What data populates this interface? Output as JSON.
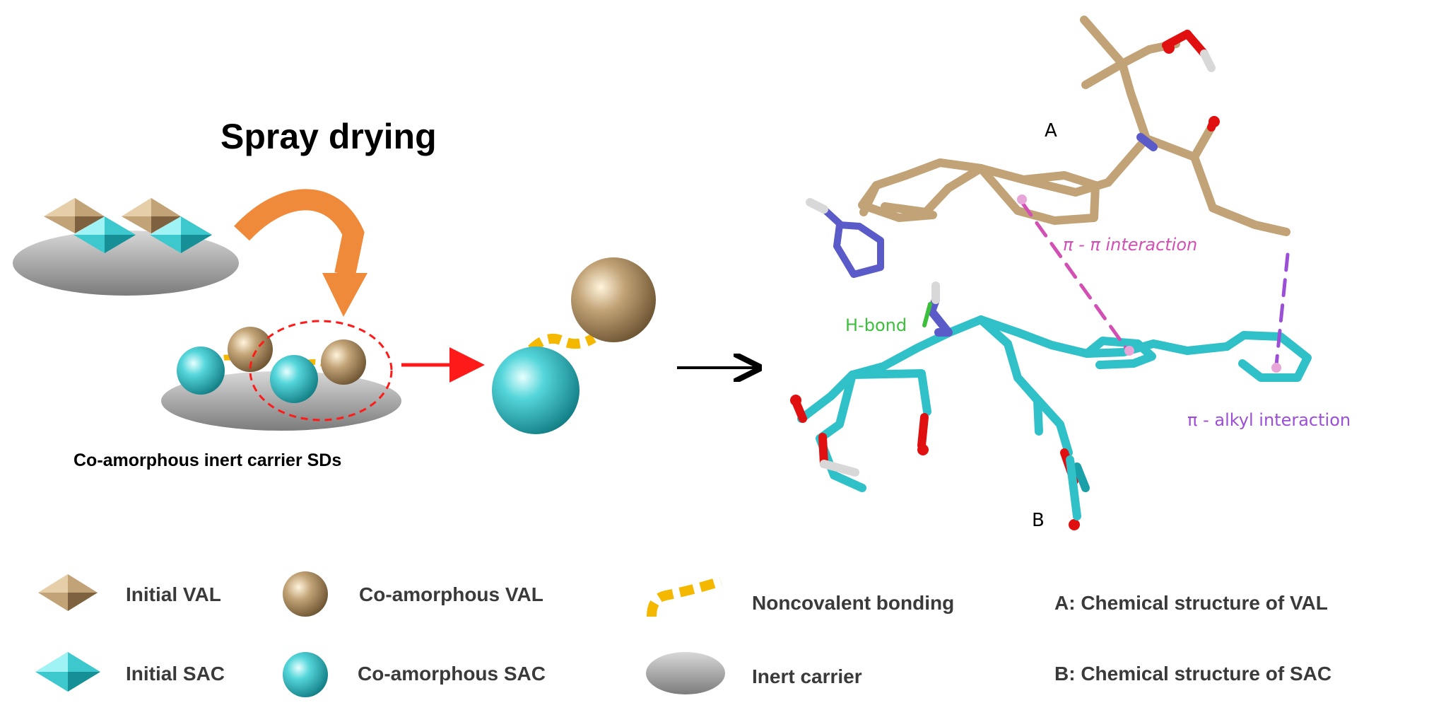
{
  "title": "Spray drying",
  "caption": "Co-amorphous  inert carrier SDs",
  "molecule": {
    "label_a": "A",
    "label_b": "B",
    "hbond": "H-bond",
    "pi_pi": "π - π  interaction",
    "pi_alkyl": "π - alkyl interaction"
  },
  "legend": {
    "initial_val": "Initial VAL",
    "initial_sac": "Initial SAC",
    "coamorph_val": "Co-amorphous  VAL",
    "coamorph_sac": "Co-amorphous  SAC",
    "noncovalent": "Noncovalent  bonding",
    "inert_carrier": "Inert carrier",
    "def_a": "A:  Chemical  structure of VAL",
    "def_b": "B: Chemical  structure of SAC"
  },
  "colors": {
    "val_tan": "#c2a377",
    "sac_cyan": "#3cc8cc",
    "carrier_gray": "#9a9a9a",
    "orange_arrow": "#ef8a3a",
    "red_arrow": "#ff1a1a",
    "bond_yellow": "#f5b800",
    "hbond_green": "#3cbf3c",
    "pi_pi_pink": "#d24fb3",
    "pi_alkyl_purple": "#9b4fd6",
    "nitrogen_blue": "#5a5ac8",
    "oxygen_red": "#e01010"
  }
}
